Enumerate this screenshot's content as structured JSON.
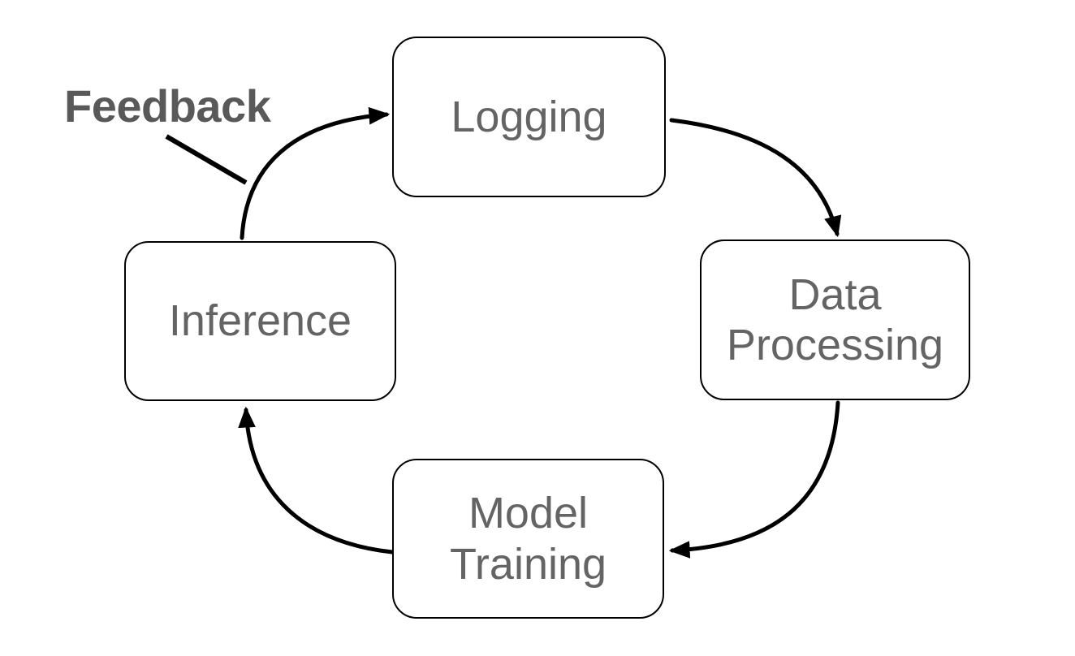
{
  "diagram": {
    "type": "cycle",
    "background": "#ffffff",
    "nodes": [
      {
        "id": "logging",
        "label": "Logging"
      },
      {
        "id": "data_processing",
        "label": "Data Processing"
      },
      {
        "id": "model_training",
        "label": "Model Training"
      },
      {
        "id": "inference",
        "label": "Inference"
      }
    ],
    "edges": [
      {
        "from": "Logging",
        "to": "Data Processing"
      },
      {
        "from": "Data Processing",
        "to": "Model Training"
      },
      {
        "from": "Model Training",
        "to": "Inference"
      },
      {
        "from": "Inference",
        "to": "Logging"
      }
    ],
    "annotation": {
      "label": "Feedback",
      "points_to": "edge from Inference to Logging"
    },
    "colors": {
      "node_border": "#000000",
      "node_fill": "#ffffff",
      "node_text": "#646464",
      "annotation_text": "#595959",
      "arrow": "#000000"
    }
  }
}
